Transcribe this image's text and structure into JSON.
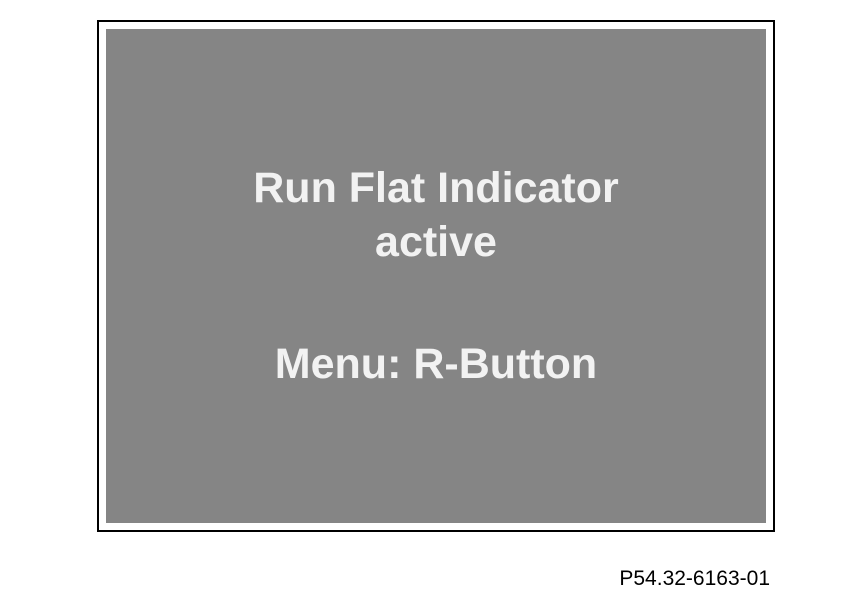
{
  "screen": {
    "title_line1": "Run Flat Indicator",
    "title_line2": "active",
    "menu_hint": "Menu: R-Button"
  },
  "figure_ref": "P54.32-6163-01",
  "colors": {
    "display_background": "#858585",
    "display_text": "#f2f2f2",
    "frame_border": "#000000",
    "page_background": "#ffffff"
  }
}
